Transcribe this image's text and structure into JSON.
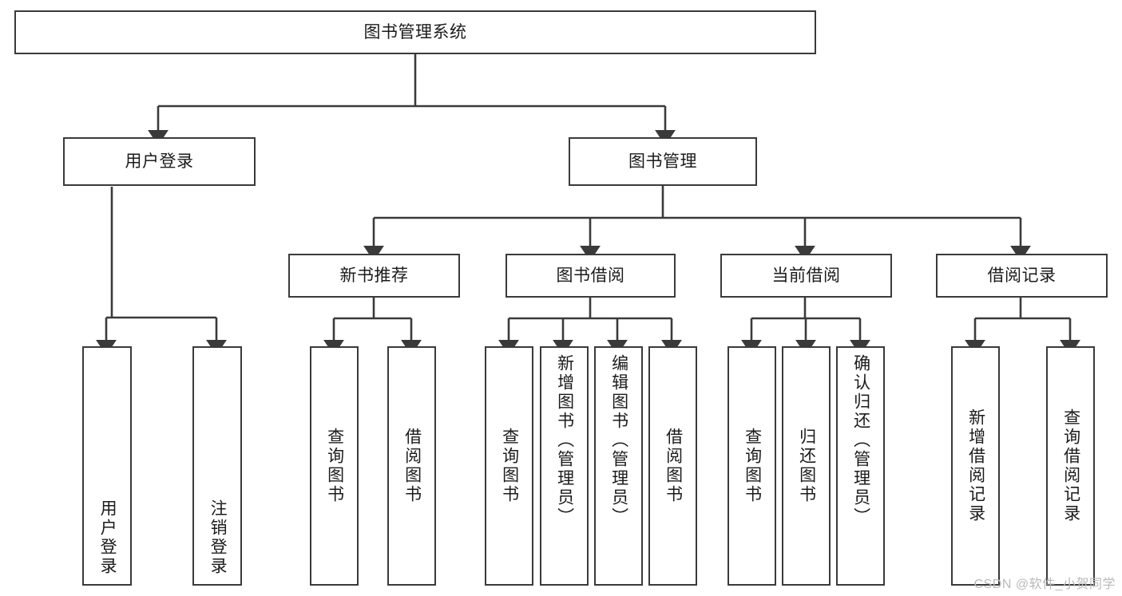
{
  "diagram": {
    "type": "tree-hierarchy-chart",
    "title": "图书管理系统",
    "watermark": "CSDN @软件_小贺同学",
    "colors": {
      "stroke": "#3a3a3a",
      "fill": "#ffffff",
      "text": "#1b1b1b",
      "watermark": "#b9b9b9"
    },
    "levels": {
      "root": {
        "label": "图书管理系统"
      },
      "level2": [
        {
          "label": "用户登录"
        },
        {
          "label": "图书管理"
        }
      ],
      "level3": [
        {
          "label": "新书推荐"
        },
        {
          "label": "图书借阅"
        },
        {
          "label": "当前借阅"
        },
        {
          "label": "借阅记录"
        }
      ],
      "leaves": [
        {
          "label": "用户登录",
          "parent": "用户登录"
        },
        {
          "label": "注销登录",
          "parent": "用户登录"
        },
        {
          "label": "查询图书",
          "parent": "新书推荐"
        },
        {
          "label": "借阅图书",
          "parent": "新书推荐"
        },
        {
          "label": "查询图书",
          "parent": "图书借阅"
        },
        {
          "label": "新增图书（管理员）",
          "parent": "图书借阅"
        },
        {
          "label": "编辑图书（管理员）",
          "parent": "图书借阅"
        },
        {
          "label": "借阅图书",
          "parent": "图书借阅"
        },
        {
          "label": "查询图书",
          "parent": "当前借阅"
        },
        {
          "label": "归还图书",
          "parent": "当前借阅"
        },
        {
          "label": "确认归还（管理员）",
          "parent": "当前借阅"
        },
        {
          "label": "新增借阅记录",
          "parent": "借阅记录"
        },
        {
          "label": "查询借阅记录",
          "parent": "借阅记录"
        }
      ]
    }
  }
}
